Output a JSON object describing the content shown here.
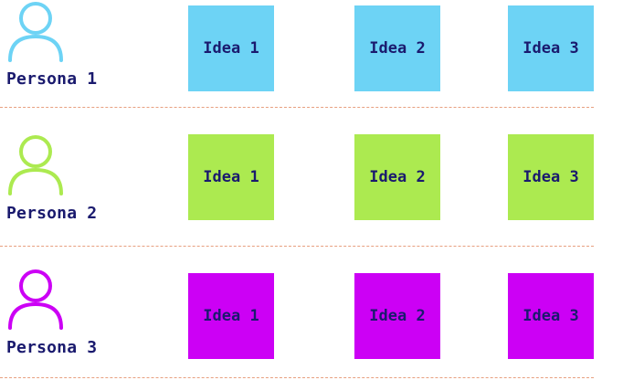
{
  "personas": [
    {
      "label": "Persona 1",
      "color": "#6dd3f5",
      "ideas": [
        "Idea 1",
        "Idea 2",
        "Idea 3"
      ]
    },
    {
      "label": "Persona 2",
      "color": "#acea50",
      "ideas": [
        "Idea 1",
        "Idea 2",
        "Idea 3"
      ]
    },
    {
      "label": "Persona 3",
      "color": "#cc00f5",
      "ideas": [
        "Idea 1",
        "Idea 2",
        "Idea 3"
      ]
    }
  ],
  "colors": {
    "text": "#1a1a6e",
    "divider": "#e8a080"
  }
}
